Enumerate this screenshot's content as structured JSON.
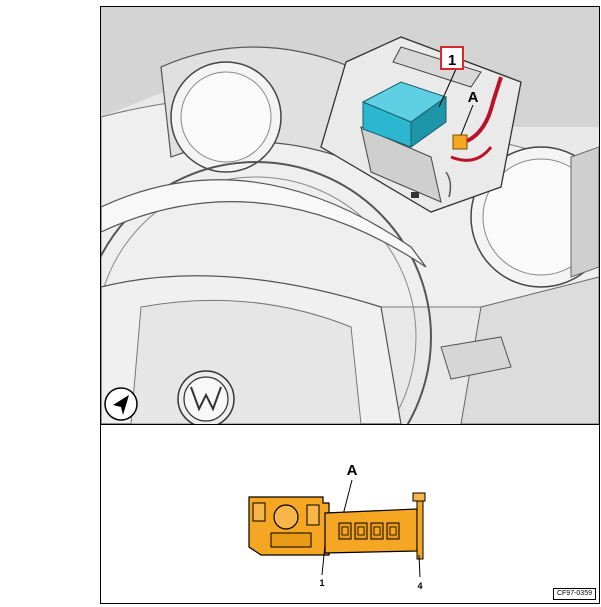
{
  "figure": {
    "callout_number": "1",
    "callout_A": "A",
    "connector_label": "A",
    "pin_first": "1",
    "pin_last": "4",
    "figure_code": "CF97-0359"
  },
  "colors": {
    "highlight_box": "#d9272e",
    "module_cyan": "#2ab7cf",
    "connector_orange": "#f5a623",
    "cable_red": "#b8132b",
    "line": "#000000",
    "surface_light": "#f2f2f2",
    "surface_mid": "#d9d9d9"
  },
  "icons": [
    "north-arrow-icon"
  ]
}
